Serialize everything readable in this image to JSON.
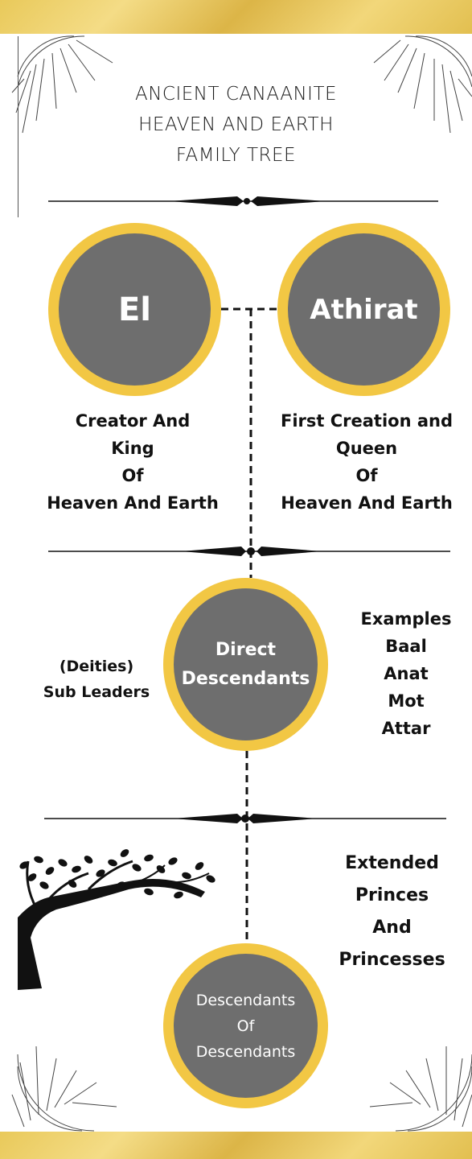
{
  "title": {
    "line1": "ANCIENT CANAANITE",
    "line2": "HEAVEN AND EARTH",
    "line3": "FAMILY TREE"
  },
  "nodes": {
    "el": {
      "name": "El"
    },
    "athirat": {
      "name": "Athirat"
    },
    "direct": {
      "line1": "Direct",
      "line2": "Descendants"
    },
    "desc_of_desc": {
      "line1": "Descendants",
      "line2": "Of",
      "line3": "Descendants"
    }
  },
  "labels": {
    "el": [
      "Creator And",
      "King",
      "Of",
      "Heaven And Earth"
    ],
    "athirat": [
      "First Creation and",
      "Queen",
      "Of",
      "Heaven And Earth"
    ],
    "sub_leaders": [
      "(Deities)",
      "Sub Leaders"
    ],
    "examples": [
      "Examples",
      "Baal",
      "Anat",
      "Mot",
      "Attar"
    ],
    "extended": [
      "Extended",
      "Princes",
      "And",
      "Princesses"
    ]
  },
  "colors": {
    "gold": "#f2c744",
    "circle_fill": "#6e6e6e",
    "text": "#111111"
  }
}
